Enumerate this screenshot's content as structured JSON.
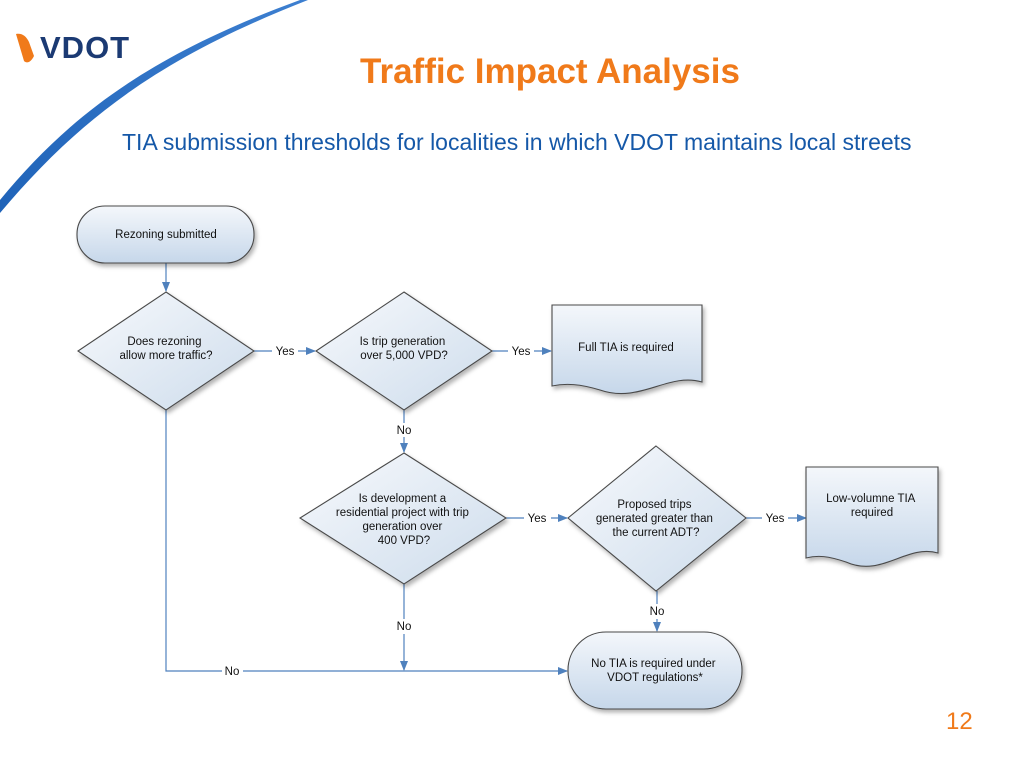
{
  "logo": {
    "text": "VDOT"
  },
  "title": "Traffic Impact Analysis",
  "subtitle": "TIA submission thresholds for localities in which VDOT maintains local streets",
  "page_number": "12",
  "colors": {
    "title": "#f07a1a",
    "subtitle": "#1558a8",
    "swoosh": "#1f63b8",
    "logo": "#1b3a73",
    "node_fill_light": "#f2f6fa",
    "node_fill_dark": "#c9d9ea",
    "node_stroke": "#444444",
    "arrow": "#4f81bd"
  },
  "flowchart": {
    "nodes": {
      "rezoning": {
        "lines": [
          "Rezoning submitted"
        ]
      },
      "allow_traffic": {
        "lines": [
          "Does rezoning",
          "allow more traffic?"
        ]
      },
      "trip_gen": {
        "lines": [
          "Is trip generation",
          "over 5,000 VPD?"
        ]
      },
      "full_tia": {
        "lines": [
          "Full TIA is required"
        ]
      },
      "residential": {
        "lines": [
          "Is development a",
          "residential project with trip",
          "generation over",
          "400 VPD?"
        ]
      },
      "proposed_trips": {
        "lines": [
          "Proposed trips",
          "generated greater than",
          "the current ADT?"
        ]
      },
      "low_volume": {
        "lines": [
          "Low-volumne TIA",
          "required"
        ]
      },
      "no_tia": {
        "lines": [
          "No TIA is required under",
          "VDOT regulations*"
        ]
      }
    },
    "edges": {
      "allow_to_trip": "Yes",
      "trip_to_full": "Yes",
      "trip_to_residential": "No",
      "residential_to_proposed": "Yes",
      "proposed_to_low": "Yes",
      "proposed_to_notia": "No",
      "residential_to_notia": "No",
      "allow_to_notia": "No"
    }
  }
}
